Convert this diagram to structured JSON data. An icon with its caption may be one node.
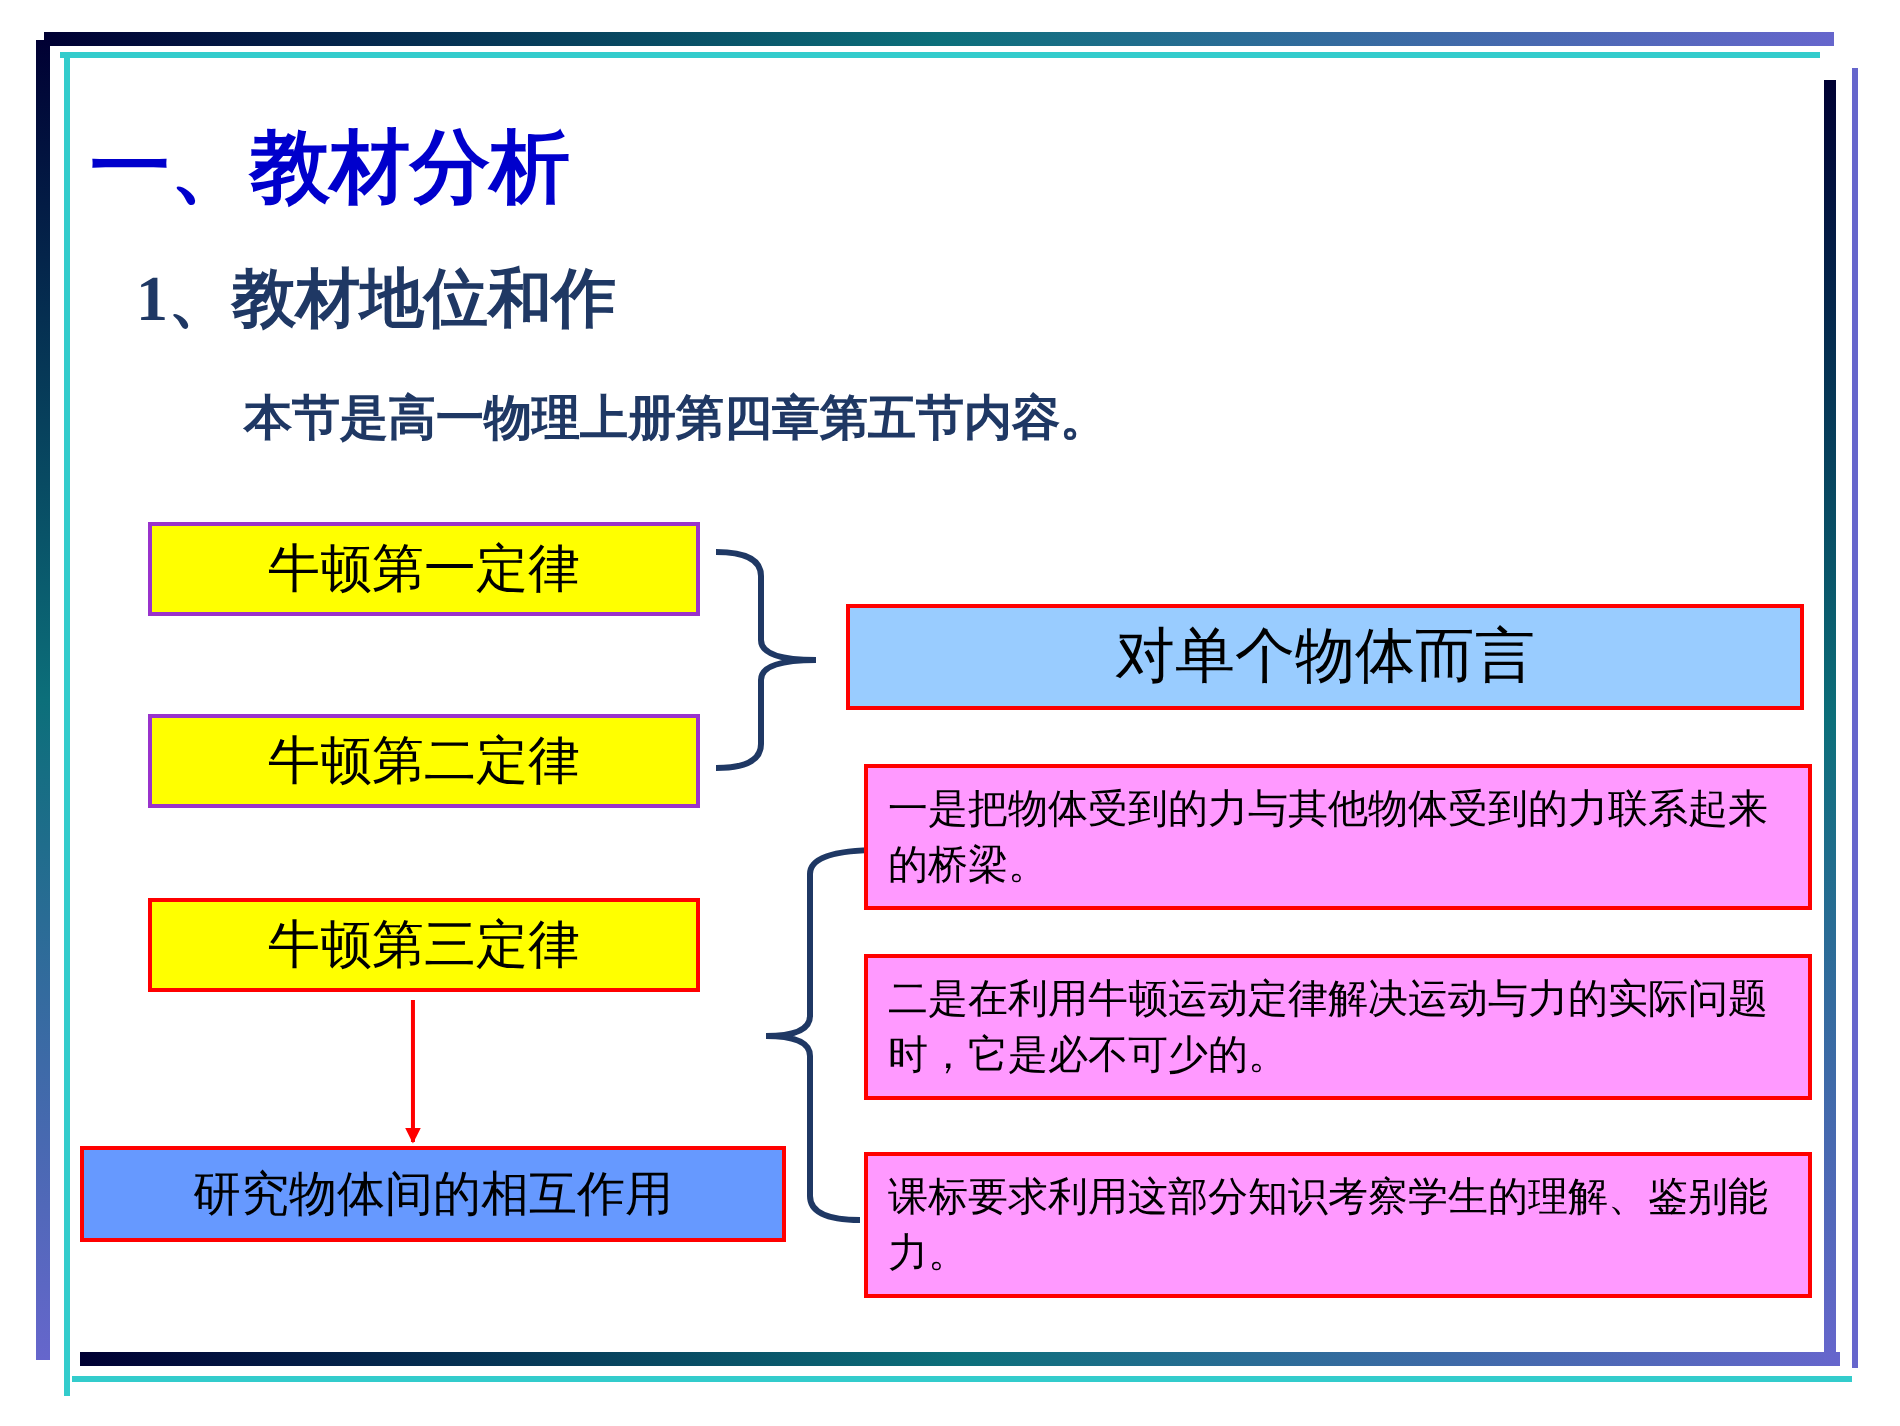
{
  "diagram": {
    "title": "一、教材分析",
    "nodes": [
      {
        "text": [
          "牛顿第一定律"
        ]
      },
      {
        "text": [
          "牛顿第二定律"
        ]
      },
      {
        "text": [
          "对单个物体而言"
        ]
      },
      {
        "text": [
          "牛顿第三定律"
        ]
      },
      {
        "text": [
          "研究物体间的相互作用"
        ]
      },
      {
        "text": [
          "一是把物体受到的力与其他物体受到的力联系起来的桥梁。"
        ]
      },
      {
        "text": [
          "二是在利用牛顿运动定律解决运动与力的实际问题时，它是必不可少的。"
        ]
      },
      {
        "text": [
          "课标要求利用这部分知识考察学生的理解、鉴别能力。"
        ]
      }
    ],
    "edges": [
      {
        "from": 3,
        "to": 4,
        "arrow": "to"
      }
    ],
    "labels": [
      "1、教材地位和作",
      "本节是高一物理上册第四章第五节内容。"
    ]
  }
}
